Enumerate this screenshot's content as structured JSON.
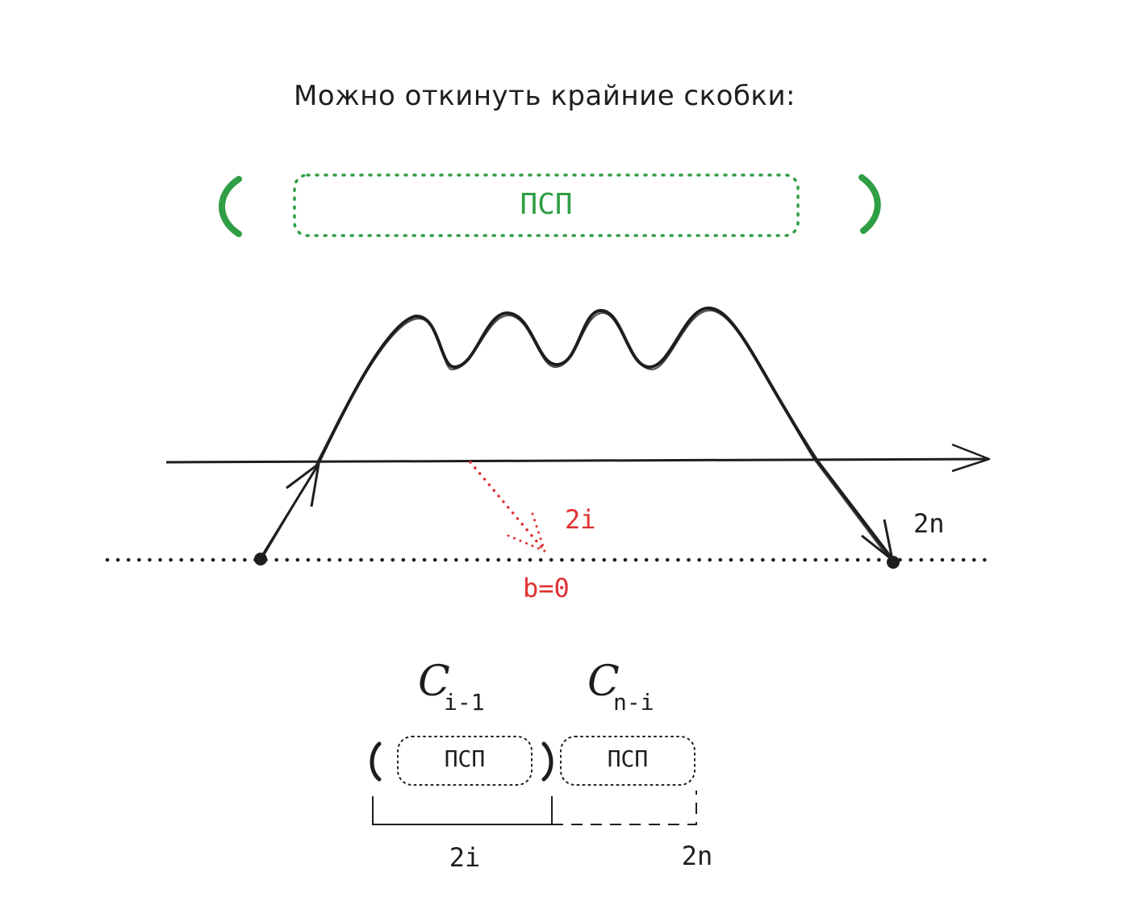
{
  "title": "Можно откинуть крайние скобки:",
  "top": {
    "open_paren": "(",
    "close_paren": ")",
    "box_label": "ПСП"
  },
  "graph": {
    "label_2i": "2i",
    "label_2n": "2n",
    "label_b0": "b=0"
  },
  "bottom": {
    "c_left": "C",
    "c_left_sub": "i-1",
    "c_right": "C",
    "c_right_sub": "n-i",
    "open_paren": "(",
    "close_paren": ")",
    "box_left_label": "ПСП",
    "box_right_label": "ПСП",
    "label_2i": "2i",
    "label_2n": "2n"
  },
  "colors": {
    "green": "#2f9e44",
    "red": "#e03131",
    "ink": "#1e1e1e"
  }
}
